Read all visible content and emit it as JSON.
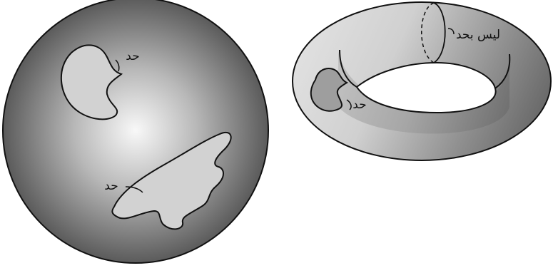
{
  "sphere": {
    "region_1_label": "حد",
    "region_2_label": "حد"
  },
  "torus": {
    "region_label": "حد",
    "loop_label": "ليس بحد"
  },
  "colors": {
    "surface_light": "#f2f2f2",
    "surface_dark": "#5a5a5a",
    "region_fill": "#cfcfcf",
    "outline": "#111111",
    "hole": "#ffffff"
  }
}
